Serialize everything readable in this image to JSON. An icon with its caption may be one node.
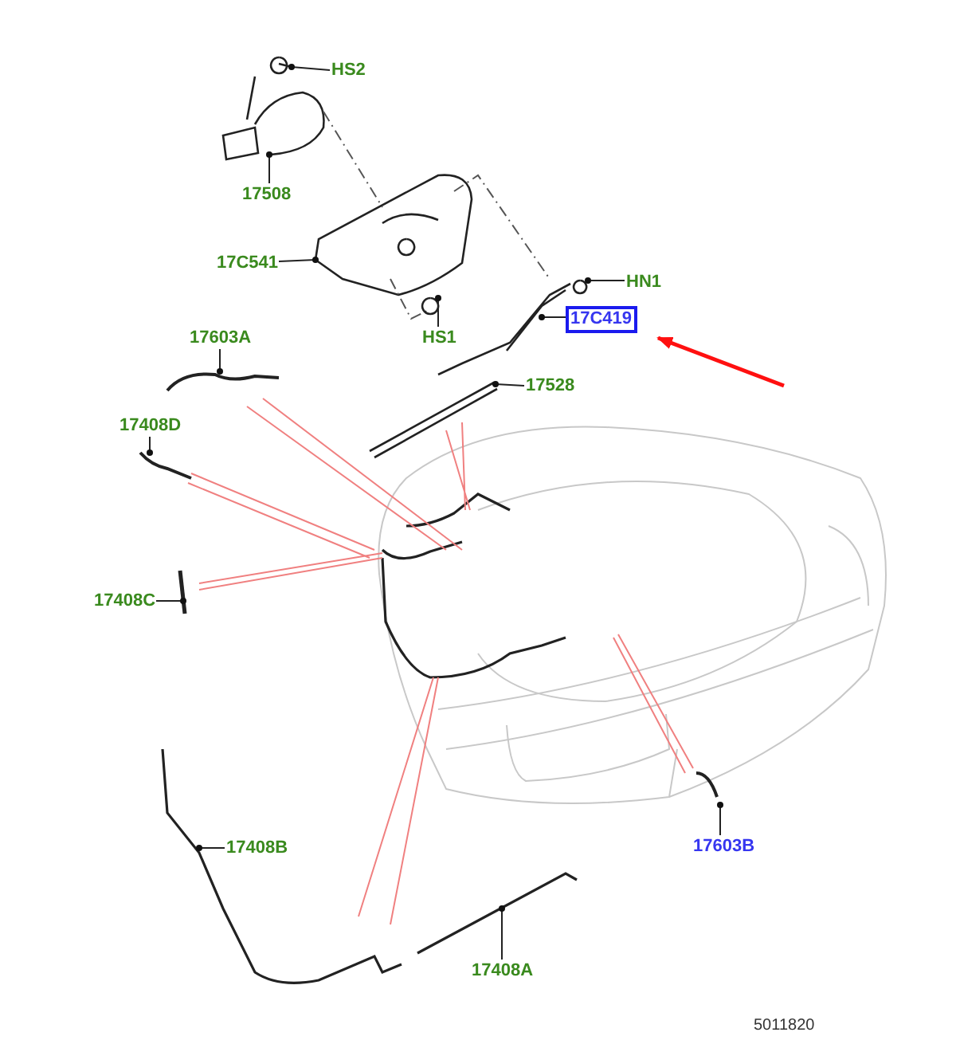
{
  "diagram": {
    "nodes": [
      {
        "text": [
          "HS2"
        ]
      },
      {
        "text": [
          "17508"
        ]
      },
      {
        "text": [
          "17C541"
        ]
      },
      {
        "text": [
          "HS1"
        ]
      },
      {
        "text": [
          "HN1"
        ]
      },
      {
        "text": [
          "17C419"
        ]
      },
      {
        "text": [
          "17603A"
        ]
      },
      {
        "text": [
          "17528"
        ]
      },
      {
        "text": [
          "17408D"
        ]
      },
      {
        "text": [
          "17408C"
        ]
      },
      {
        "text": [
          "17408B"
        ]
      },
      {
        "text": [
          "17603B"
        ]
      },
      {
        "text": [
          "17408A"
        ]
      }
    ],
    "edges": [
      {
        "from": 0,
        "to": null,
        "arrow": "other"
      },
      {
        "from": 1,
        "to": null,
        "arrow": "other"
      },
      {
        "from": 2,
        "to": null,
        "arrow": "other"
      },
      {
        "from": 3,
        "to": null,
        "arrow": "other"
      },
      {
        "from": 4,
        "to": null,
        "arrow": "other"
      },
      {
        "from": 5,
        "to": null,
        "arrow": "other"
      },
      {
        "from": 6,
        "to": null,
        "arrow": "other"
      },
      {
        "from": 7,
        "to": null,
        "arrow": "other"
      },
      {
        "from": 8,
        "to": null,
        "arrow": "other"
      },
      {
        "from": 9,
        "to": null,
        "arrow": "other"
      },
      {
        "from": 10,
        "to": null,
        "arrow": "other"
      },
      {
        "from": 11,
        "to": null,
        "arrow": "other"
      },
      {
        "from": 12,
        "to": null,
        "arrow": "other"
      },
      {
        "from": null,
        "to": 5,
        "arrow": "to",
        "style": "thick",
        "color": "#ff1010"
      }
    ],
    "labels": [
      "5011820"
    ]
  }
}
